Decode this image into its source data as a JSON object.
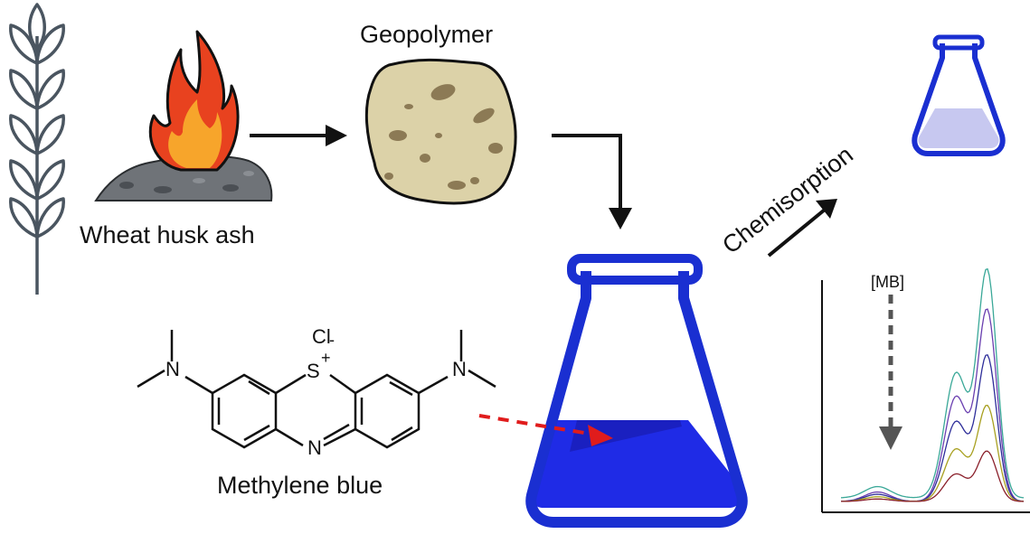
{
  "labels": {
    "wheat_husk_ash": "Wheat husk ash",
    "geopolymer": "Geopolymer",
    "methylene_blue": "Methylene blue",
    "chemisorption": "Chemisorption",
    "mb_concentration": "[MB]"
  },
  "molecule": {
    "sulfur": "S",
    "sulfur_charge": "+",
    "nitrogen": "N",
    "chloride": "Cl",
    "chloride_charge": "-"
  },
  "colors": {
    "flask_outline": "#1a2fd1",
    "dye_solution": "#1f2be6",
    "treated_solution": "#c7c8f0",
    "ash": "#6f7378",
    "geopolymer_body": "#dcd2a8",
    "geopolymer_spots": "#8c7a55",
    "flame_outer": "#e8421f",
    "flame_inner": "#f7a52b",
    "wheat_stroke": "#4a5560",
    "dashed_arrow": "#e01c1c",
    "arrow": "#111111"
  },
  "spectrum": {
    "series_colors": [
      "#3aa898",
      "#6a3fb0",
      "#2e2e9a",
      "#a8a020",
      "#8a1f2a"
    ],
    "trend_direction": "down"
  }
}
